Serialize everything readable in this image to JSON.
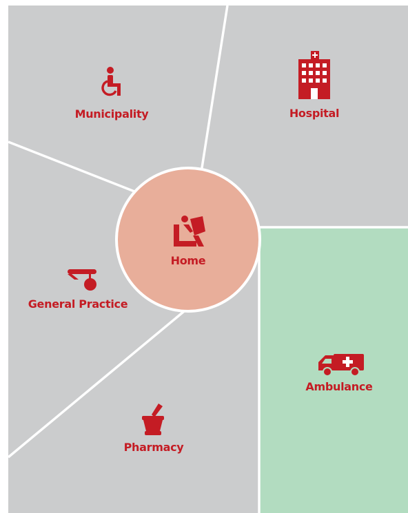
{
  "colors": {
    "segment_fill": "#cbcccd",
    "ambulance_fill": "#b2dcc0",
    "center_fill": "#e8ae9a",
    "divider": "#ffffff",
    "accent_red": "#c41c24"
  },
  "center": {
    "label": "Home",
    "icon": "home-reading-icon"
  },
  "segments": [
    {
      "id": "municipality",
      "label": "Municipality",
      "icon": "wheelchair-icon"
    },
    {
      "id": "hospital",
      "label": "Hospital",
      "icon": "hospital-building-icon"
    },
    {
      "id": "general-practice",
      "label": "General Practice",
      "icon": "head-mirror-icon"
    },
    {
      "id": "pharmacy",
      "label": "Pharmacy",
      "icon": "mortar-pestle-icon"
    },
    {
      "id": "ambulance",
      "label": "Ambulance",
      "icon": "ambulance-icon"
    }
  ]
}
